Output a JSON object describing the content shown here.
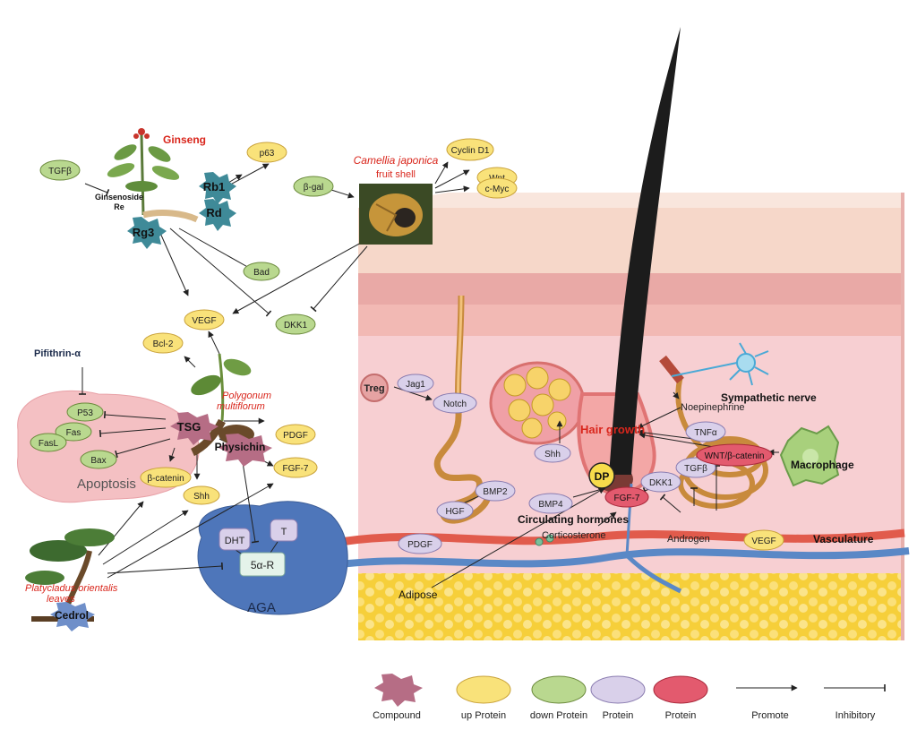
{
  "compounds": {
    "ginseng": "Ginseng",
    "ginsenoside_re_1": "Ginsenoside",
    "ginsenoside_re_2": "Re",
    "rb1": "Rb1",
    "rd": "Rd",
    "rg3": "Rg3",
    "camellia_1": "Camellia japonica",
    "camellia_2": "fruit shell",
    "pifithrin": "Pifithrin-α",
    "polygonum_1": "Polygonum",
    "polygonum_2": "multiflorum",
    "tsg": "TSG",
    "physichin": "Physichin",
    "platycladus_1": "Platycladus orientalis",
    "platycladus_2": "leaves",
    "cedrol": "Cedrol"
  },
  "proteins": {
    "tgfb_left": "TGFβ",
    "p63": "p63",
    "bgal": "β-gal",
    "bad": "Bad",
    "dkk1_top": "DKK1",
    "vegf_top": "VEGF",
    "bcl2": "Bcl-2",
    "cyclin": "Cyclin D1",
    "wnt": "Wnt",
    "cmyc": "c-Myc",
    "p53": "P53",
    "fas": "Fas",
    "fasl": "FasL",
    "bax": "Bax",
    "pdgf_left": "PDGF",
    "fgf7_left": "FGF-7",
    "bcatenin": "β-catenin",
    "shh_left": "Shh",
    "dht": "DHT",
    "t": "T",
    "r5a": "5α-R",
    "jag1": "Jag1",
    "notch": "Notch",
    "bmp2": "BMP2",
    "hgf": "HGF",
    "bmp4": "BMP4",
    "shh_skin": "Shh",
    "fgf7_skin": "FGF-7",
    "dkk1_skin": "DKK1",
    "tgfb_skin": "TGFβ",
    "tnfa": "TNFα",
    "wnt_bcat": "WNT/β-catenin",
    "vegf_skin": "VEGF",
    "pdgf_skin": "PDGF"
  },
  "regions": {
    "apoptosis": "Apoptosis",
    "aga": "AGA"
  },
  "skin": {
    "treg": "Treg",
    "dp": "DP",
    "hair_growth": "Hair growth",
    "noepinephrine": "Noepinephrine",
    "sympathetic": "Sympathetic nerve",
    "macrophage": "Macrophage",
    "circulating": "Circulating hormones",
    "corticosterone": "Corticosterone",
    "androgen": "Androgen",
    "vasculature": "Vasculature",
    "adipose": "Adipose"
  },
  "legend": {
    "compound": "Compound",
    "up": "up Protein",
    "down": "down Protein",
    "protein1": "Protein",
    "protein2": "Protein",
    "promote": "Promote",
    "inhibitory": "Inhibitory"
  },
  "colors": {
    "yellow_fill": "#f9e27a",
    "green_fill": "#b9d88f",
    "purple_fill": "#d9d0ea",
    "red_fill": "#e35a6e",
    "compound_teal": "#3f8a98",
    "compound_mauve": "#b66d85",
    "label_red": "#d9261c"
  }
}
